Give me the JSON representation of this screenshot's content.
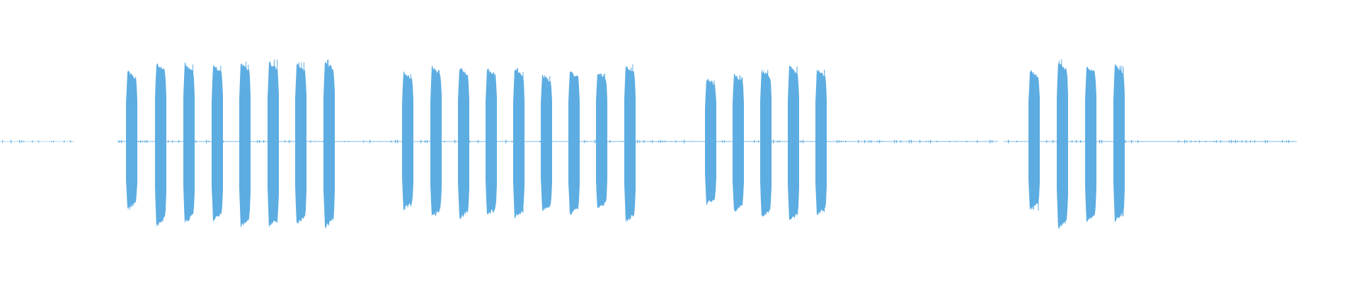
{
  "waveform": {
    "color": "#5dade2",
    "baseline_color": "#5dade2",
    "groups": [
      {
        "name": "burst-group-1",
        "bursts": [
          {
            "peak": 0.82,
            "asym": 0.02
          },
          {
            "peak": 0.97,
            "asym": -0.04
          },
          {
            "peak": 0.95,
            "asym": -0.02
          },
          {
            "peak": 0.93,
            "asym": -0.02
          },
          {
            "peak": 0.98,
            "asym": -0.04
          },
          {
            "peak": 0.99,
            "asym": -0.04
          },
          {
            "peak": 0.96,
            "asym": -0.03
          },
          {
            "peak": 0.99,
            "asym": -0.04
          }
        ]
      },
      {
        "name": "burst-group-2",
        "bursts": [
          {
            "peak": 0.82,
            "asym": 0.01
          },
          {
            "peak": 0.9,
            "asym": -0.01
          },
          {
            "peak": 0.9,
            "asym": -0.02
          },
          {
            "peak": 0.87,
            "asym": -0.01
          },
          {
            "peak": 0.89,
            "asym": -0.02
          },
          {
            "peak": 0.81,
            "asym": -0.02
          },
          {
            "peak": 0.86,
            "asym": -0.02
          },
          {
            "peak": 0.82,
            "asym": 0.01
          },
          {
            "peak": 0.93,
            "asym": -0.03
          }
        ]
      },
      {
        "name": "burst-group-3",
        "bursts": [
          {
            "peak": 0.75,
            "asym": 0.0
          },
          {
            "peak": 0.82,
            "asym": -0.02
          },
          {
            "peak": 0.88,
            "asym": -0.03
          },
          {
            "peak": 0.92,
            "asym": -0.03
          },
          {
            "peak": 0.87,
            "asym": -0.01
          }
        ]
      },
      {
        "name": "burst-group-4",
        "bursts": [
          {
            "peak": 0.83,
            "asym": 0.02
          },
          {
            "peak": 1.0,
            "asym": -0.05
          },
          {
            "peak": 0.93,
            "asym": -0.03
          },
          {
            "peak": 0.93,
            "asym": -0.02
          }
        ]
      }
    ]
  }
}
